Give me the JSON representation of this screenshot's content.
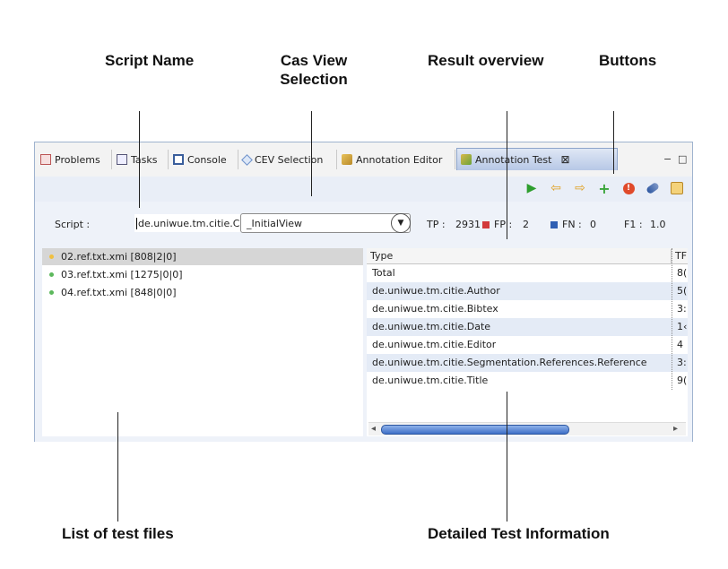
{
  "callouts": {
    "script_name": "Script Name",
    "cas_view_1": "Cas View",
    "cas_view_2": "Selection",
    "result_overview": "Result overview",
    "buttons": "Buttons",
    "list_of_test_files": "List of test files",
    "detailed_test_information": "Detailed Test Information"
  },
  "tabs": [
    {
      "label": "Problems",
      "icon": "problems-icon"
    },
    {
      "label": "Tasks",
      "icon": "tasks-icon"
    },
    {
      "label": "Console",
      "icon": "console-icon"
    },
    {
      "label": "CEV Selection",
      "icon": "cev-selection-icon"
    },
    {
      "label": "Annotation Editor",
      "icon": "annotation-editor-icon"
    },
    {
      "label": "Annotation Test",
      "icon": "annotation-test-icon",
      "active": true,
      "close": "⊠"
    }
  ],
  "window_controls": {
    "minimize": "−",
    "maximize": "□"
  },
  "toolbar": [
    "run-icon",
    "back-icon",
    "forward-icon",
    "add-icon",
    "stop-icon",
    "link-icon",
    "export-icon"
  ],
  "script": {
    "label": "Script :",
    "value": "de.uniwue.tm.citie.Citie"
  },
  "cas_view": {
    "selected": "_InitialView"
  },
  "results": {
    "tp_label": "TP :",
    "tp": "2931",
    "fp_label": "FP :",
    "fp": "2",
    "fn_label": "FN :",
    "fn": "0",
    "f1_label": "F1 :",
    "f1": "1.0",
    "fp_color": "#d23a3a",
    "fn_color": "#2f5fb3"
  },
  "test_files": [
    {
      "name": "02.ref.txt.xmi [808|2|0]",
      "status": "warning",
      "color": "#f0c040"
    },
    {
      "name": "03.ref.txt.xmi [1275|0|0]",
      "status": "ok",
      "color": "#5cb85c"
    },
    {
      "name": "04.ref.txt.xmi [848|0|0]",
      "status": "ok",
      "color": "#5cb85c"
    }
  ],
  "table": {
    "headers": [
      "Type",
      "TF"
    ],
    "rows": [
      {
        "type": "Total",
        "tp": "8("
      },
      {
        "type": "de.uniwue.tm.citie.Author",
        "tp": "5("
      },
      {
        "type": "de.uniwue.tm.citie.Bibtex",
        "tp": "3:"
      },
      {
        "type": "de.uniwue.tm.citie.Date",
        "tp": "1‹"
      },
      {
        "type": "de.uniwue.tm.citie.Editor",
        "tp": "4"
      },
      {
        "type": "de.uniwue.tm.citie.Segmentation.References.Reference",
        "tp": "3:"
      },
      {
        "type": "de.uniwue.tm.citie.Title",
        "tp": "9("
      }
    ]
  }
}
